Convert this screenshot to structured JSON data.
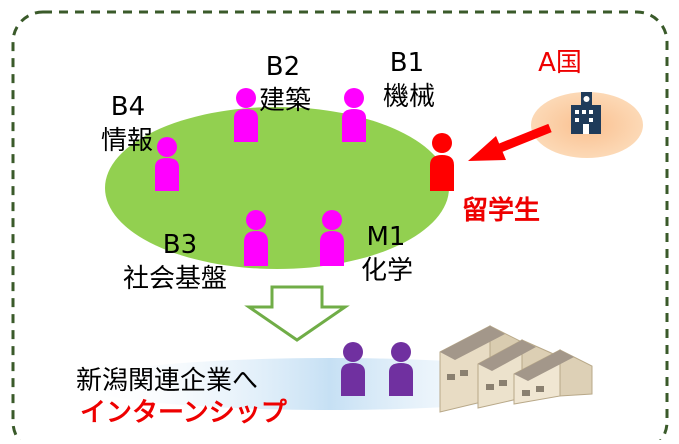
{
  "diagram": {
    "groups": [
      {
        "code": "B2",
        "dept": "建築"
      },
      {
        "code": "B1",
        "dept": "機械"
      },
      {
        "code": "B4",
        "dept": "情報"
      },
      {
        "code": "B3",
        "dept": "社会基盤"
      },
      {
        "code": "M1",
        "dept": "化学"
      }
    ],
    "foreign": {
      "country": "A国",
      "student": "留学生"
    },
    "destination": {
      "line1": "新潟関連企業へ",
      "line2": "インターンシップ"
    },
    "colors": {
      "border": "#3a5a2a",
      "group_ellipse": "#92d050",
      "student": "#ff00ff",
      "foreign_student": "#ff0000",
      "intern": "#7030a0",
      "country_ellipse": "#fac090",
      "internship_ellipse": "#c6e0f4",
      "arrow_down": "#70ad47",
      "arrow_red": "#ff0000"
    },
    "icons": [
      "school-icon",
      "factory-icon"
    ]
  }
}
